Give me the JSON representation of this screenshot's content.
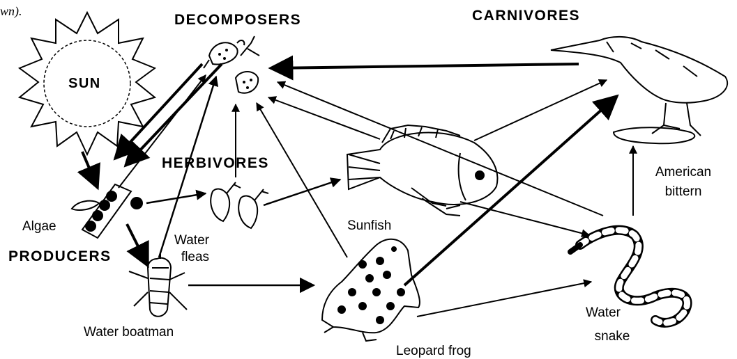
{
  "corner_text": "wn).",
  "categories": {
    "decomposers": "DECOMPOSERS",
    "carnivores": "CARNIVORES",
    "herbivores": "HERBIVORES",
    "producers": "PRODUCERS"
  },
  "sun_label": "SUN",
  "organisms": {
    "algae": "Algae",
    "water_fleas_1": "Water",
    "water_fleas_2": "fleas",
    "water_boatman": "Water boatman",
    "sunfish": "Sunfish",
    "leopard_frog": "Leopard frog",
    "water_snake_1": "Water",
    "water_snake_2": "snake",
    "american_bittern_1": "American",
    "american_bittern_2": "bittern"
  }
}
